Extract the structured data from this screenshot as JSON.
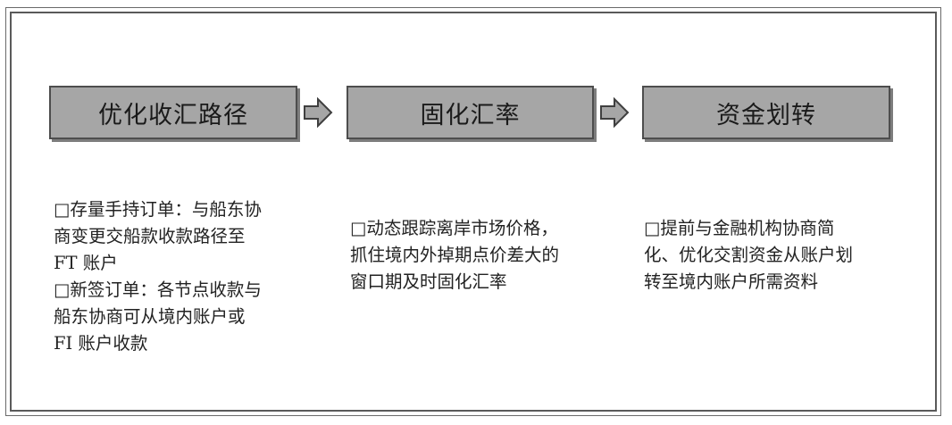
{
  "steps": [
    {
      "label": "优化收汇路径"
    },
    {
      "label": "固化汇率"
    },
    {
      "label": "资金划转"
    }
  ],
  "descriptions": [
    {
      "lines": [
        "□存量手持订单：与船东协",
        "商变更交船款收款路径至",
        "FT 账户",
        "□新签订单：各节点收款与",
        "船东协商可从境内账户或",
        "FI 账户收款"
      ]
    },
    {
      "lines": [
        "□动态跟踪离岸市场价格，",
        "抓住境内外掉期点价差大的",
        "窗口期及时固化汇率"
      ]
    },
    {
      "lines": [
        "□提前与金融机构协商简",
        "化、优化交割资金从账户划",
        "转至境内账户所需资料"
      ]
    }
  ],
  "colors": {
    "box_fill": "#a6a6a6",
    "box_border": "#4d4d4d",
    "arrow_fill": "#a6a6a6"
  },
  "icons": [
    "right-arrow-icon",
    "right-arrow-icon"
  ]
}
